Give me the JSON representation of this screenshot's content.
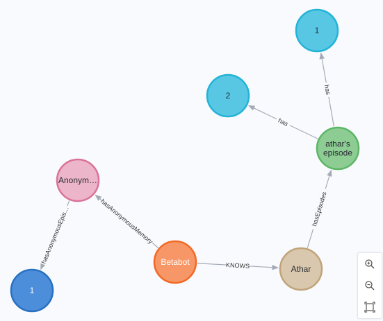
{
  "graph": {
    "nodes": [
      {
        "id": "n_ep1",
        "label": "1",
        "color": "#57c7e3",
        "stroke": "#23b3d7",
        "text_color": "#2a2c34"
      },
      {
        "id": "n_ep2",
        "label": "2",
        "color": "#57c7e3",
        "stroke": "#23b3d7",
        "text_color": "#2a2c34"
      },
      {
        "id": "n_episode",
        "label_lines": [
          "athar's",
          "episode"
        ],
        "color": "#8dcc93",
        "stroke": "#5db665",
        "text_color": "#2a2c34"
      },
      {
        "id": "n_anon",
        "label": "Anonym…",
        "color": "#ecb5c9",
        "stroke": "#da7298",
        "text_color": "#2a2c34"
      },
      {
        "id": "n_mem1",
        "label": "1",
        "color": "#4c8eda",
        "stroke": "#2870c2",
        "text_color": "#ffffff"
      },
      {
        "id": "n_betabot",
        "label": "Betabot",
        "color": "#f79767",
        "stroke": "#f36924",
        "text_color": "#ffffff"
      },
      {
        "id": "n_athar",
        "label": "Athar",
        "color": "#d9c8ae",
        "stroke": "#c0a378",
        "text_color": "#2a2c34"
      }
    ],
    "edges": [
      {
        "source": "n_episode",
        "target": "n_ep1",
        "label": "has"
      },
      {
        "source": "n_episode",
        "target": "n_ep2",
        "label": "has"
      },
      {
        "source": "n_athar",
        "target": "n_episode",
        "label": "hasEpisodes"
      },
      {
        "source": "n_betabot",
        "target": "n_athar",
        "label": "KNOWS"
      },
      {
        "source": "n_betabot",
        "target": "n_anon",
        "label": "hasAnonymousMemory"
      },
      {
        "source": "n_anon",
        "target": "n_mem1",
        "label": "hasAnonymousEpis…"
      }
    ]
  },
  "zoom_controls": {
    "zoom_in_icon": "zoom-in-icon",
    "zoom_out_icon": "zoom-out-icon",
    "fit_icon": "fit-to-screen-icon"
  }
}
